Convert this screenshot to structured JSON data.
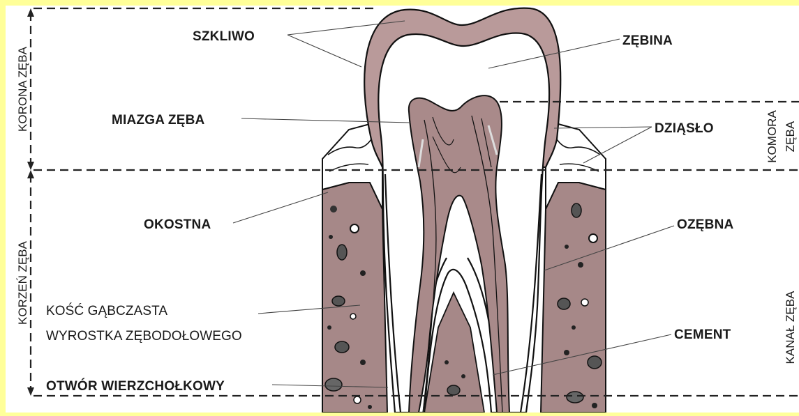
{
  "colors": {
    "background": "#ffff99",
    "panel": "#ffffff",
    "enamel": "#b99a9a",
    "pulp": "#a98a8a",
    "bone": "#a68888",
    "outline": "#111111"
  },
  "labels": {
    "szkliwo": "SZKLIWO",
    "zebina": "ZĘBINA",
    "miazga": "MIAZGA  ZĘBA",
    "dziaslo": "DZIĄSŁO",
    "okostna": "OKOSTNA",
    "ozebna": "OZĘBNA",
    "kosc_line1": "KOŚĆ GĄBCZASTA",
    "kosc_line2": "WYROSTKA ZĘBODOŁOWEGO",
    "cement": "CEMENT",
    "otwor": "OTWÓR  WIERZCHOŁKOWY"
  },
  "side_labels": {
    "korona": "KORONA ZĘBA",
    "korzen": "KORZEŃ ZĘBA",
    "komora_line1": "KOMORA",
    "komora_line2": "ZĘBA",
    "kanal": "KANAŁ ZĘBA"
  }
}
